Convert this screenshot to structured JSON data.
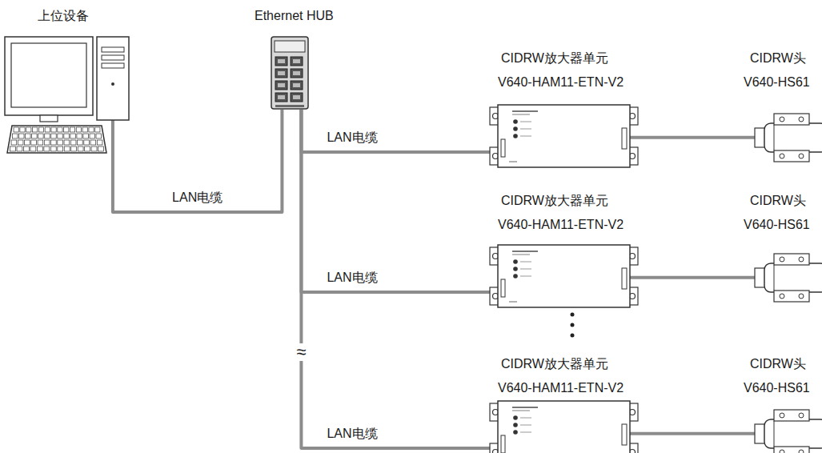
{
  "diagram": {
    "nodes": [
      {
        "text": [
          "上位设备"
        ]
      },
      {
        "text": [
          "Ethernet HUB"
        ]
      },
      {
        "text": [
          "CIDRW放大器单元",
          "V640-HAM11-ETN-V2"
        ]
      },
      {
        "text": [
          "CIDRW头",
          "V640-HS61"
        ]
      },
      {
        "text": [
          "CIDRW放大器单元",
          "V640-HAM11-ETN-V2"
        ]
      },
      {
        "text": [
          "CIDRW头",
          "V640-HS61"
        ]
      },
      {
        "text": [
          "CIDRW放大器单元",
          "V640-HAM11-ETN-V2"
        ]
      },
      {
        "text": [
          "CIDRW头",
          "V640-HS61"
        ]
      }
    ],
    "edges": [
      {
        "from": 0,
        "to": 1,
        "arrow": "none",
        "label": "LAN电缆"
      },
      {
        "from": 1,
        "to": 2,
        "arrow": "none",
        "label": "LAN电缆"
      },
      {
        "from": 1,
        "to": 4,
        "arrow": "none",
        "label": "LAN电缆"
      },
      {
        "from": 1,
        "to": 6,
        "arrow": "none",
        "label": "LAN电缆"
      },
      {
        "from": 2,
        "to": 3,
        "arrow": "none"
      },
      {
        "from": 4,
        "to": 5,
        "arrow": "none"
      },
      {
        "from": 6,
        "to": 7,
        "arrow": "none"
      }
    ],
    "labels": [
      "≈"
    ]
  }
}
